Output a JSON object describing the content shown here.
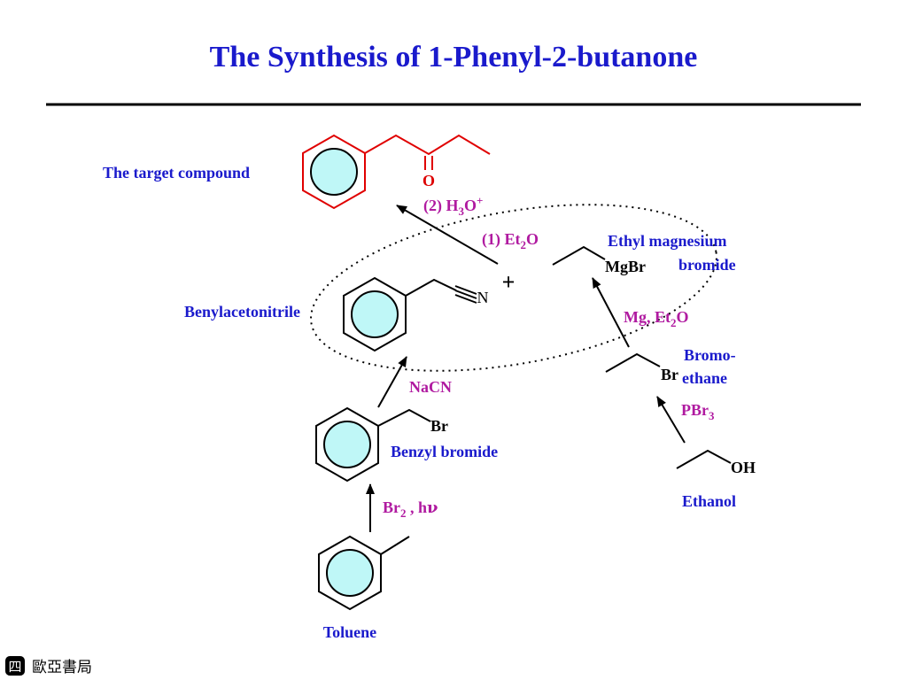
{
  "title": "The Synthesis of 1-Phenyl-2-butanone",
  "labels": {
    "target": "The target compound",
    "benzylacetonitrile": "Benylacetonitrile",
    "benzyl_bromide": "Benzyl bromide",
    "toluene": "Toluene",
    "ethyl_mgbr_line1": "Ethyl magnesium",
    "ethyl_mgbr_line2": "bromide",
    "bromoethane_line1": "Bromo-",
    "bromoethane_line2": "ethane",
    "ethanol": "Ethanol"
  },
  "atoms": {
    "oxygen": "O",
    "nitrogen": "N",
    "mgbr": "MgBr",
    "br_benzyl": "Br",
    "br_ethane": "Br",
    "oh": "OH"
  },
  "reagents": {
    "step2_main": "(2) H",
    "step2_sub": "3",
    "step2_tail": "O",
    "step2_sup": "+",
    "step1_main": "(1) Et",
    "step1_sub": "2",
    "step1_tail": "O",
    "plus": "+",
    "mg_main": "Mg, Et",
    "mg_sub": "2",
    "mg_tail": "O",
    "pbr_main": "PBr",
    "pbr_sub": "3",
    "nacn": "NaCN",
    "br2_main": "Br",
    "br2_sub": "2",
    "br2_tail": " , h",
    "br2_nu": "ν"
  },
  "footer": {
    "publisher": "歐亞書局",
    "logo_glyph": "四"
  },
  "colors": {
    "title_blue": "#1a1acc",
    "reagent_magenta": "#b01aa0",
    "target_red": "#e00000",
    "ring_fill": "#bff7f7"
  }
}
